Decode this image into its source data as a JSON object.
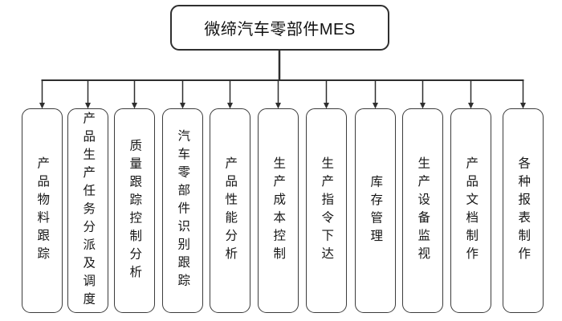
{
  "root": {
    "title": "微缔汽车零部件MES"
  },
  "modules": [
    {
      "label": "产品物料跟踪"
    },
    {
      "label": "产品生产任务分派及调度"
    },
    {
      "label": "质量跟踪控制分析"
    },
    {
      "label": "汽车零部件识别跟踪"
    },
    {
      "label": "产品性能分析"
    },
    {
      "label": "生产成本控制"
    },
    {
      "label": "生产指令下达"
    },
    {
      "label": "库存管理"
    },
    {
      "label": "生产设备监视"
    },
    {
      "label": "产品文档制作"
    },
    {
      "label": "各种报表制作"
    }
  ],
  "colors": {
    "background": "#ffffff",
    "line": "#2e2e2e",
    "node_border": "#3c3c3c",
    "node_fill": "#ffffff",
    "text": "#111111"
  }
}
